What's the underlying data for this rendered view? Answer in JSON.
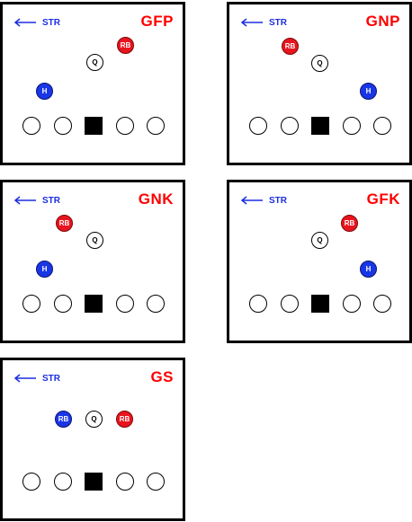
{
  "strength_label": "STR",
  "boards": [
    {
      "code": "GFP",
      "players": [
        {
          "label": "RB",
          "color": "red"
        },
        {
          "label": "Q",
          "color": "white"
        },
        {
          "label": "H",
          "color": "blue"
        }
      ]
    },
    {
      "code": "GNP",
      "players": [
        {
          "label": "RB",
          "color": "red"
        },
        {
          "label": "Q",
          "color": "white"
        },
        {
          "label": "H",
          "color": "blue"
        }
      ]
    },
    {
      "code": "GNK",
      "players": [
        {
          "label": "RB",
          "color": "red"
        },
        {
          "label": "Q",
          "color": "white"
        },
        {
          "label": "H",
          "color": "blue"
        }
      ]
    },
    {
      "code": "GFK",
      "players": [
        {
          "label": "RB",
          "color": "red"
        },
        {
          "label": "Q",
          "color": "white"
        },
        {
          "label": "H",
          "color": "blue"
        }
      ]
    },
    {
      "code": "GS",
      "players": [
        {
          "label": "RB",
          "color": "blue"
        },
        {
          "label": "Q",
          "color": "white"
        },
        {
          "label": "RB",
          "color": "red"
        }
      ]
    }
  ],
  "colors": {
    "red": "#e8141e",
    "blue": "#1936e6",
    "code_text": "#ff0000",
    "strength_text": "#1b2de0"
  }
}
